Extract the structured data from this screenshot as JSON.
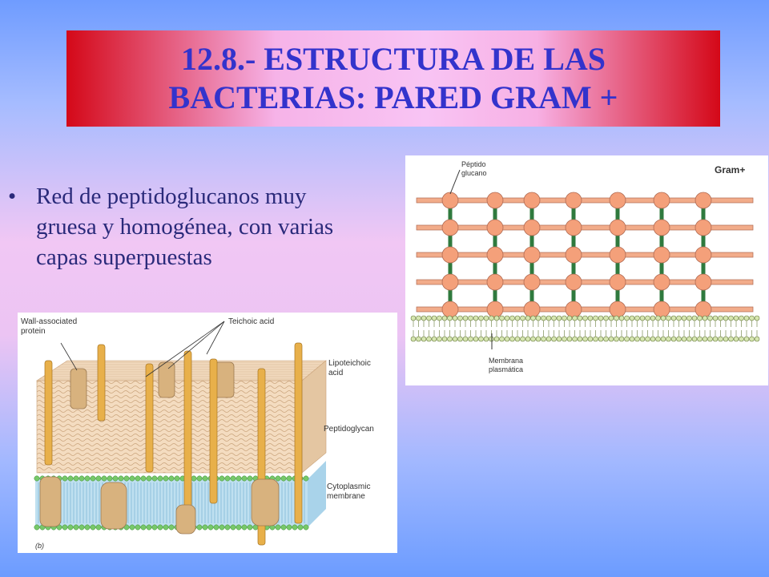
{
  "slide": {
    "title_line1": "12.8.- ESTRUCTURA DE LAS",
    "title_line2": "BACTERIAS: PARED GRAM +",
    "bullet_symbol": "•",
    "bullet_text": "Red de peptidoglucanos muy gruesa y homogénea, con varias capas superpuestas"
  },
  "figure_right": {
    "label_peptido": "Péptido",
    "label_glucano": "glucano",
    "label_gram": "Gram+",
    "label_membrana": "Membrana",
    "label_plasmatica": "plasmática"
  },
  "figure_left": {
    "label_wall_1": "Wall-associated",
    "label_wall_2": "protein",
    "label_teichoic": "Teichoic acid",
    "label_lipo_1": "Lipoteichoic",
    "label_lipo_2": "acid",
    "label_peptidoglycan": "Peptidoglycan",
    "label_cyto_1": "Cytoplasmic",
    "label_cyto_2": "membrane",
    "label_panel": "(b)"
  },
  "colors": {
    "title_text": "#3333cc",
    "title_edge": "#d40818",
    "node_fill": "#f4a07a",
    "strand_fill": "#e8b04a",
    "membrane_head": "#77c96a"
  }
}
